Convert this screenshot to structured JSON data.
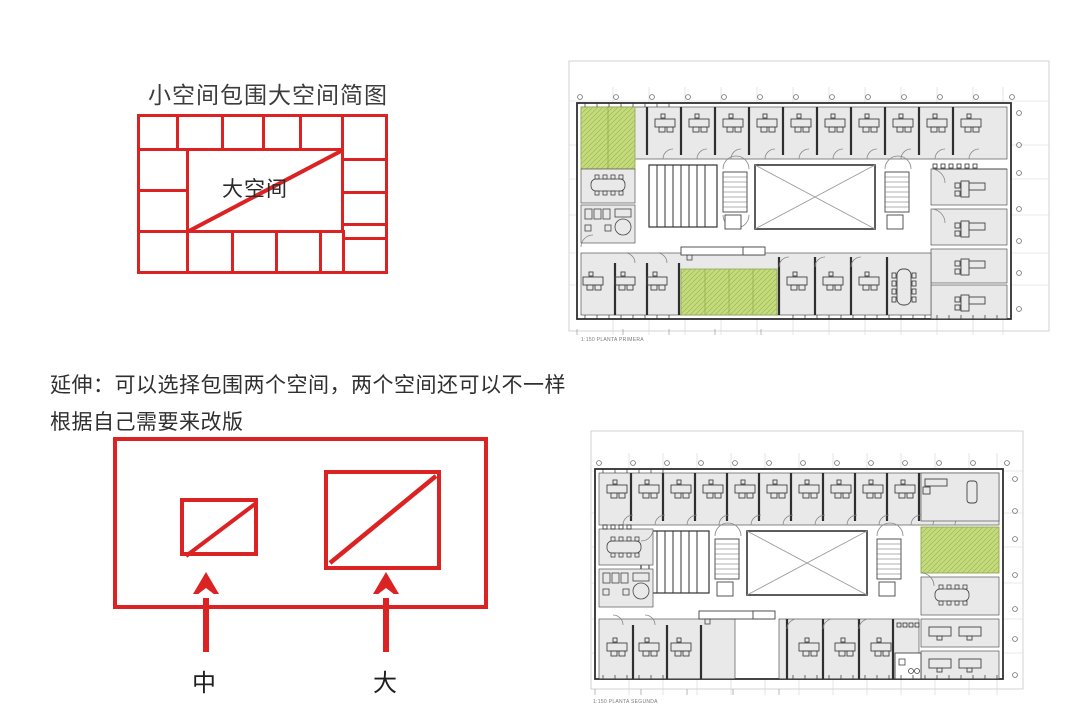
{
  "colors": {
    "red": "#DC2323",
    "green_highlight": "#C4DC77",
    "plan_room_fill": "#E8E8E8",
    "plan_line": "#3A3A3A",
    "text_dark": "#2F2F2F"
  },
  "diagram1": {
    "title": "小空间包围大空间简图",
    "center_label": "大空间",
    "top_cells": 6,
    "left_cells": 2,
    "right_cells": 4,
    "bottom_cells": 5,
    "has_diagonal": true
  },
  "extension": {
    "line1": "延伸：可以选择包围两个空间，两个空间还可以不一样",
    "line2": "根据自己需要来改版"
  },
  "diagram2": {
    "inner_boxes": [
      {
        "size_label": "中",
        "name": "medium-space"
      },
      {
        "size_label": "大",
        "name": "large-space"
      }
    ],
    "arrows": 2
  },
  "plans": [
    {
      "caption": "1:150 PLANTA PRIMERA",
      "name": "planta-primera",
      "highlight_count": 2,
      "top_office_count": 11,
      "bottom_office_count": 6
    },
    {
      "caption": "1:150 PLANTA SEGUNDA",
      "name": "planta-segunda",
      "highlight_count": 1,
      "top_office_count": 10,
      "bottom_office_count": 6
    }
  ]
}
